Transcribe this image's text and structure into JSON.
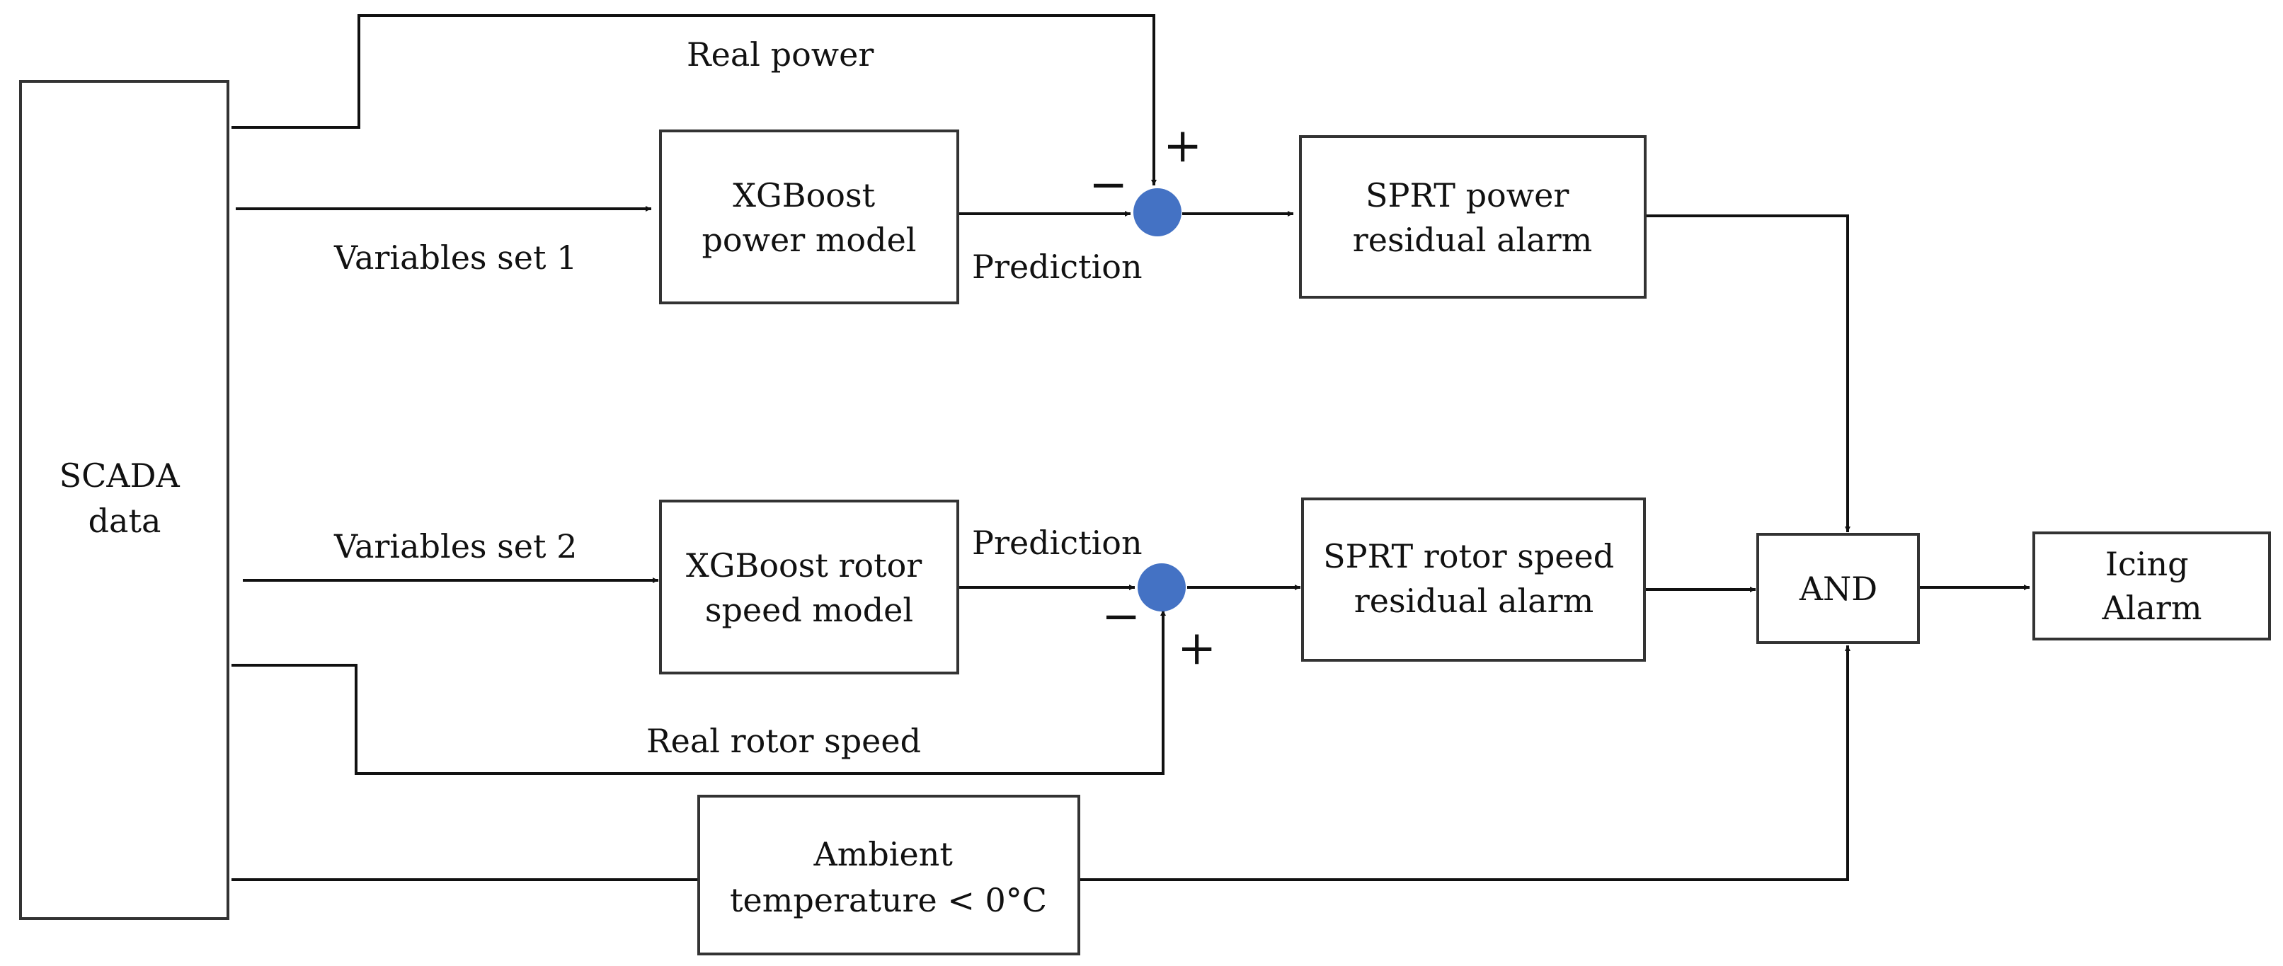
{
  "blocks": {
    "scada": [
      "SCADA",
      "data"
    ],
    "xgb_power": [
      "XGBoost",
      "power model"
    ],
    "xgb_rotor": [
      "XGBoost rotor",
      "speed model"
    ],
    "sprt_power": [
      "SPRT power",
      "residual alarm"
    ],
    "sprt_rotor": [
      "SPRT rotor speed",
      "residual alarm"
    ],
    "and": [
      "AND"
    ],
    "icing": [
      "Icing",
      "Alarm"
    ],
    "ambient": [
      "Ambient",
      "temperature < 0°C"
    ]
  },
  "edge_labels": {
    "real_power": "Real power",
    "variables_set_1": "Variables set 1",
    "prediction_1": "Prediction",
    "variables_set_2": "Variables set 2",
    "prediction_2": "Prediction",
    "real_rotor_speed": "Real rotor speed"
  },
  "signs": {
    "sum1_plus": "+",
    "sum1_minus": "−",
    "sum2_minus": "−",
    "sum2_plus": "+"
  },
  "colors": {
    "summing_junction": "#4472C4",
    "line": "#111111",
    "box_border": "#333333"
  }
}
